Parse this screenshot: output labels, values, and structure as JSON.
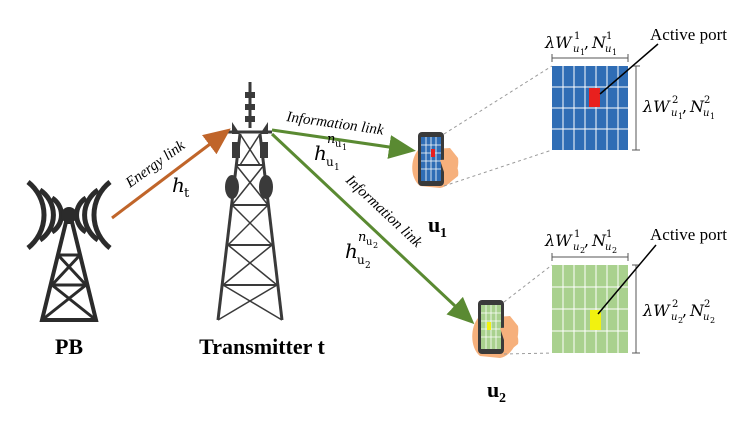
{
  "labels": {
    "pb": "PB",
    "transmitter": "Transmitter t",
    "user1": "u",
    "user1_sub": "1",
    "user2": "u",
    "user2_sub": "2",
    "energy_link": "Energy link",
    "info_link_1": "Information link",
    "info_link_2": "Information link",
    "h_t": "h",
    "h_t_sub": "t",
    "h_u1": "h",
    "h_u1_sub": "u",
    "h_u1_subsub": "1",
    "h_u1_sup": "n",
    "h_u1_sup_sub": "u",
    "h_u1_sup_subsub": "1",
    "h_u2": "h",
    "h_u2_sub": "u",
    "h_u2_subsub": "2",
    "h_u2_sup": "n",
    "h_u2_sup_sub": "u",
    "h_u2_sup_subsub": "2",
    "active_port_1": "Active port",
    "active_port_2": "Active port",
    "panel1_top": "λW",
    "panel1_top_sup": "1",
    "panel1_top_sub": "u",
    "panel1_top_subsub": "1",
    "panel1_top_N": "N",
    "panel1_top_N_sup": "1",
    "panel1_top_N_sub": "u",
    "panel1_top_N_subsub": "1",
    "panel1_side": "λW",
    "panel1_side_sup": "2",
    "panel1_side_sub": "u",
    "panel1_side_subsub": "1",
    "panel1_side_N": "N",
    "panel1_side_N_sup": "2",
    "panel1_side_N_sub": "u",
    "panel1_side_N_subsub": "1",
    "panel2_top": "λW",
    "panel2_top_sup": "1",
    "panel2_top_sub": "u",
    "panel2_top_subsub": "2",
    "panel2_top_N": "N",
    "panel2_top_N_sup": "1",
    "panel2_top_N_sub": "u",
    "panel2_top_N_subsub": "2",
    "panel2_side": "λW",
    "panel2_side_sup": "2",
    "panel2_side_sub": "u",
    "panel2_side_subsub": "2",
    "panel2_side_N": "N",
    "panel2_side_N_sup": "2",
    "panel2_side_N_sub": "u",
    "panel2_side_N_subsub": "2",
    "comma": ","
  },
  "colors": {
    "energy_link": "#c0652a",
    "info_link": "#5a8a32",
    "panel1_fill": "#2f6db5",
    "panel1_active": "#e8201e",
    "panel2_fill": "#a9d18e",
    "panel2_active": "#f2f20f",
    "tower": "#3a3a3a",
    "skin": "#f6b07c"
  },
  "icons": {
    "pb": "radio-tower-icon",
    "transmitter": "cell-tower-icon",
    "user1": "smartphone-in-hand-icon",
    "user2": "smartphone-in-hand-icon"
  }
}
